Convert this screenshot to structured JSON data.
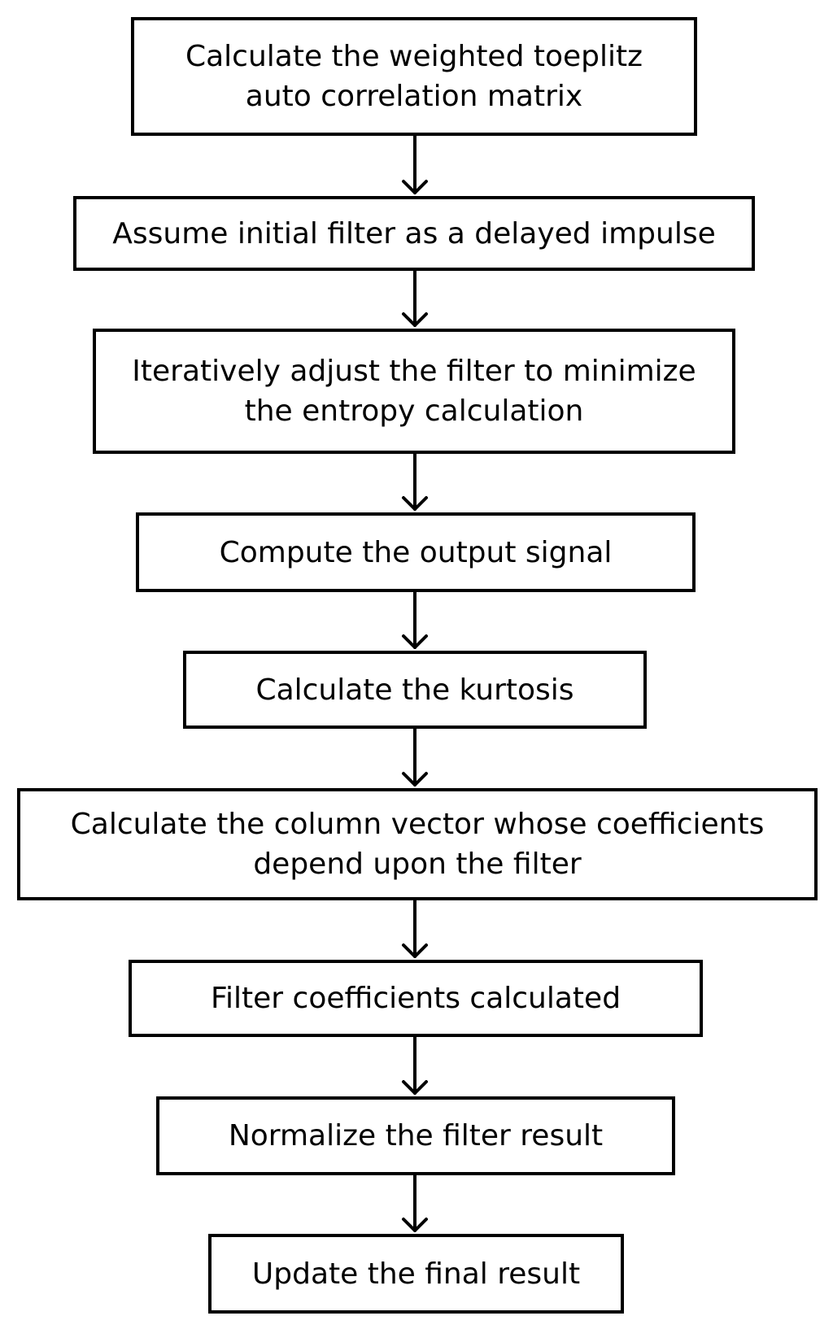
{
  "flowchart": {
    "steps": [
      {
        "label": "Calculate the weighted toeplitz\nauto correlation matrix"
      },
      {
        "label": "Assume initial filter as a delayed impulse"
      },
      {
        "label": "Iteratively adjust the filter to minimize\nthe entropy calculation"
      },
      {
        "label": "Compute the output signal"
      },
      {
        "label": "Calculate the kurtosis"
      },
      {
        "label": "Calculate the column vector whose coefficients\ndepend upon the filter"
      },
      {
        "label": "Filter coefficients calculated"
      },
      {
        "label": "Normalize the filter result"
      },
      {
        "label": "Update the final result"
      }
    ],
    "colors": {
      "line": "#000000",
      "background": "#ffffff"
    }
  }
}
